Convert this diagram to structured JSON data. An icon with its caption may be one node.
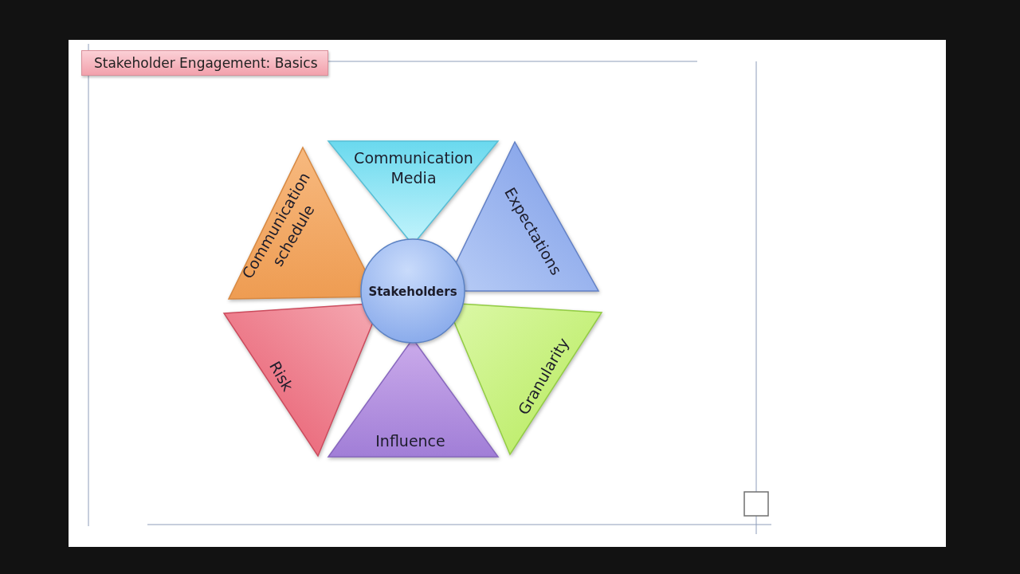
{
  "diagram": {
    "title": "Stakeholder Engagement: Basics",
    "nodes": [
      {
        "text": [
          "Communication schedule"
        ]
      },
      {
        "text": [
          "Communication Media"
        ]
      },
      {
        "text": [
          "Expectations"
        ]
      },
      {
        "text": [
          "Stakeholders"
        ]
      },
      {
        "text": [
          "Risk"
        ]
      },
      {
        "text": [
          "Influence"
        ]
      },
      {
        "text": [
          "Granularity"
        ]
      }
    ]
  }
}
